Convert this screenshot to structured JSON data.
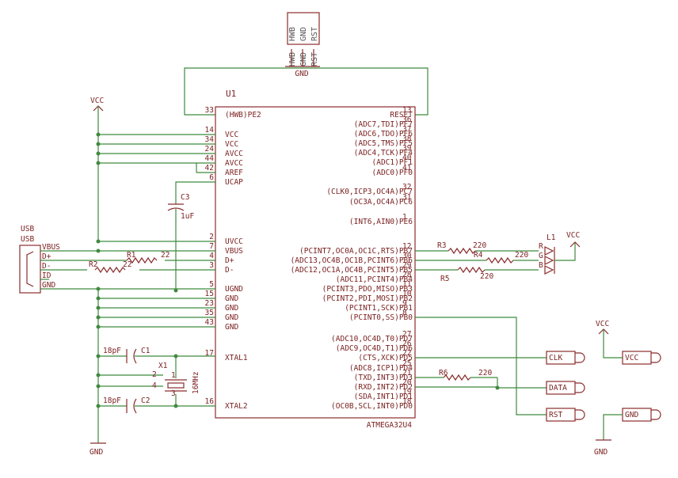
{
  "colors": {
    "wire": "#3f8a3f",
    "part": "#8b2c2c",
    "text": "#7a1f1f",
    "gray": "#555555"
  },
  "mcu": {
    "name": "U1",
    "value": "ATMEGA32U4",
    "left_pins": [
      {
        "num": "33",
        "name": "(HWB)PE2"
      },
      {
        "num": "14",
        "name": "VCC"
      },
      {
        "num": "34",
        "name": "VCC"
      },
      {
        "num": "24",
        "name": "AVCC"
      },
      {
        "num": "44",
        "name": "AVCC"
      },
      {
        "num": "42",
        "name": "AREF"
      },
      {
        "num": "6",
        "name": "UCAP"
      },
      {
        "num": "2",
        "name": "UVCC"
      },
      {
        "num": "7",
        "name": "VBUS"
      },
      {
        "num": "4",
        "name": "D+"
      },
      {
        "num": "3",
        "name": "D-"
      },
      {
        "num": "5",
        "name": "UGND"
      },
      {
        "num": "15",
        "name": "GND"
      },
      {
        "num": "23",
        "name": "GND"
      },
      {
        "num": "35",
        "name": "GND"
      },
      {
        "num": "43",
        "name": "GND"
      },
      {
        "num": "17",
        "name": "XTAL1"
      },
      {
        "num": "16",
        "name": "XTAL2"
      }
    ],
    "right_pins": [
      {
        "num": "13",
        "name": "RESET"
      },
      {
        "num": "36",
        "name": "(ADC7,TDI)PF7"
      },
      {
        "num": "37",
        "name": "(ADC6,TDO)PF6"
      },
      {
        "num": "38",
        "name": "(ADC5,TMS)PF5"
      },
      {
        "num": "39",
        "name": "(ADC4,TCK)PF4"
      },
      {
        "num": "40",
        "name": "(ADC1)PF1"
      },
      {
        "num": "41",
        "name": "(ADC0)PF0"
      },
      {
        "num": "32",
        "name": "(CLK0,ICP3,OC4A)PC7"
      },
      {
        "num": "31",
        "name": "(OC3A,OC4A)PC6"
      },
      {
        "num": "1",
        "name": "(INT6,AIN0)PE6"
      },
      {
        "num": "12",
        "name": "(PCINT7,OC0A,OC1C,RTS)PB7"
      },
      {
        "num": "30",
        "name": "(ADC13,OC4B,OC1B,PCINT6)PB6"
      },
      {
        "num": "29",
        "name": "(ADC12,OC1A,OC4B,PCINT5)PB5"
      },
      {
        "num": "28",
        "name": "(ADC11,PCINT4)PB4"
      },
      {
        "num": "11",
        "name": "(PCINT3,PDO,MISO)PB3"
      },
      {
        "num": "10",
        "name": "(PCINT2,PDI,MOSI)PB2"
      },
      {
        "num": "9",
        "name": "(PCINT1,SCK)PB1"
      },
      {
        "num": "8",
        "name": "(PCINT0,SS)PB0"
      },
      {
        "num": "27",
        "name": "(ADC10,OC4D,T0)PD7"
      },
      {
        "num": "26",
        "name": "(ADC9,OC4D,T1)PD6"
      },
      {
        "num": "22",
        "name": "(CTS,XCK)PD5"
      },
      {
        "num": "25",
        "name": "(ADC8,ICP1)PD4"
      },
      {
        "num": "21",
        "name": "(TXD,INT3)PD3"
      },
      {
        "num": "20",
        "name": "(RXD,INT2)PD2"
      },
      {
        "num": "19",
        "name": "(SDA,INT1)PD1"
      },
      {
        "num": "18",
        "name": "(OC0B,SCL,INT0)PD0"
      }
    ]
  },
  "top_header": {
    "pins": [
      "HWB",
      "GND",
      "RST"
    ],
    "label": "GND"
  },
  "usb": {
    "name": "USB",
    "value": "USB",
    "pins": [
      "VBUS",
      "D+",
      "D-",
      "ID",
      "GND"
    ]
  },
  "labels": {
    "vcc": "VCC",
    "gnd": "GND",
    "c3": "C3",
    "c3_val": "1uF",
    "r1": "R1",
    "r1_val": "22",
    "r2": "R2",
    "r2_val": "22",
    "c1": "C1",
    "c1_val": "18pF",
    "c2": "C2",
    "c2_val": "18pF",
    "x1": "X1",
    "x1_val": "16MHz",
    "r3": "R3",
    "r3_val": "220",
    "r4": "R4",
    "r4_val": "220",
    "r5": "R5",
    "r5_val": "220",
    "r6": "R6",
    "r6_val": "220",
    "l1": "L1",
    "led_r": "R",
    "led_g": "G",
    "led_b": "B",
    "x1_p1": "1",
    "x1_p2": "2",
    "x1_p3": "3",
    "x1_p4": "4"
  },
  "connectors": {
    "clk": "CLK",
    "data": "DATA",
    "rst": "RST",
    "vcc": "VCC",
    "gnd": "GND"
  }
}
